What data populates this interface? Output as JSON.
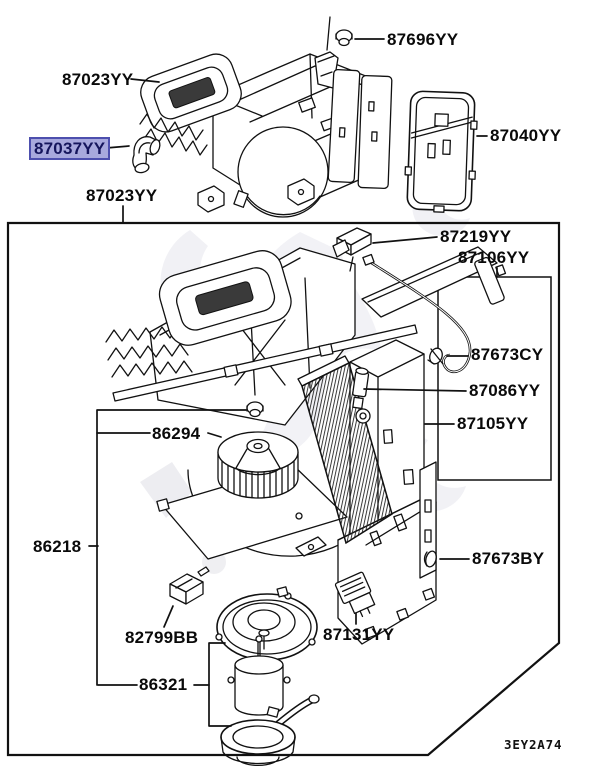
{
  "page": {
    "background": "#ffffff",
    "drawing_code": "3EY2A74",
    "highlight_style": {
      "background": "#a8a9dd",
      "border": "#4d4fae",
      "text": "#15155c"
    },
    "parts": [
      {
        "label": "87696YY",
        "highlighted": false
      },
      {
        "label": "87023YY",
        "highlighted": false
      },
      {
        "label": "87037YY",
        "highlighted": true
      },
      {
        "label": "87023YY",
        "highlighted": false
      },
      {
        "label": "87040YY",
        "highlighted": false
      },
      {
        "label": "87219YY",
        "highlighted": false
      },
      {
        "label": "87106YY",
        "highlighted": false
      },
      {
        "label": "87673CY",
        "highlighted": false
      },
      {
        "label": "87086YY",
        "highlighted": false
      },
      {
        "label": "87105YY",
        "highlighted": false
      },
      {
        "label": "86294",
        "highlighted": false
      },
      {
        "label": "86218",
        "highlighted": false
      },
      {
        "label": "87673BY",
        "highlighted": false
      },
      {
        "label": "82799BB",
        "highlighted": false
      },
      {
        "label": "87131YY",
        "highlighted": false
      },
      {
        "label": "86321",
        "highlighted": false
      }
    ]
  }
}
